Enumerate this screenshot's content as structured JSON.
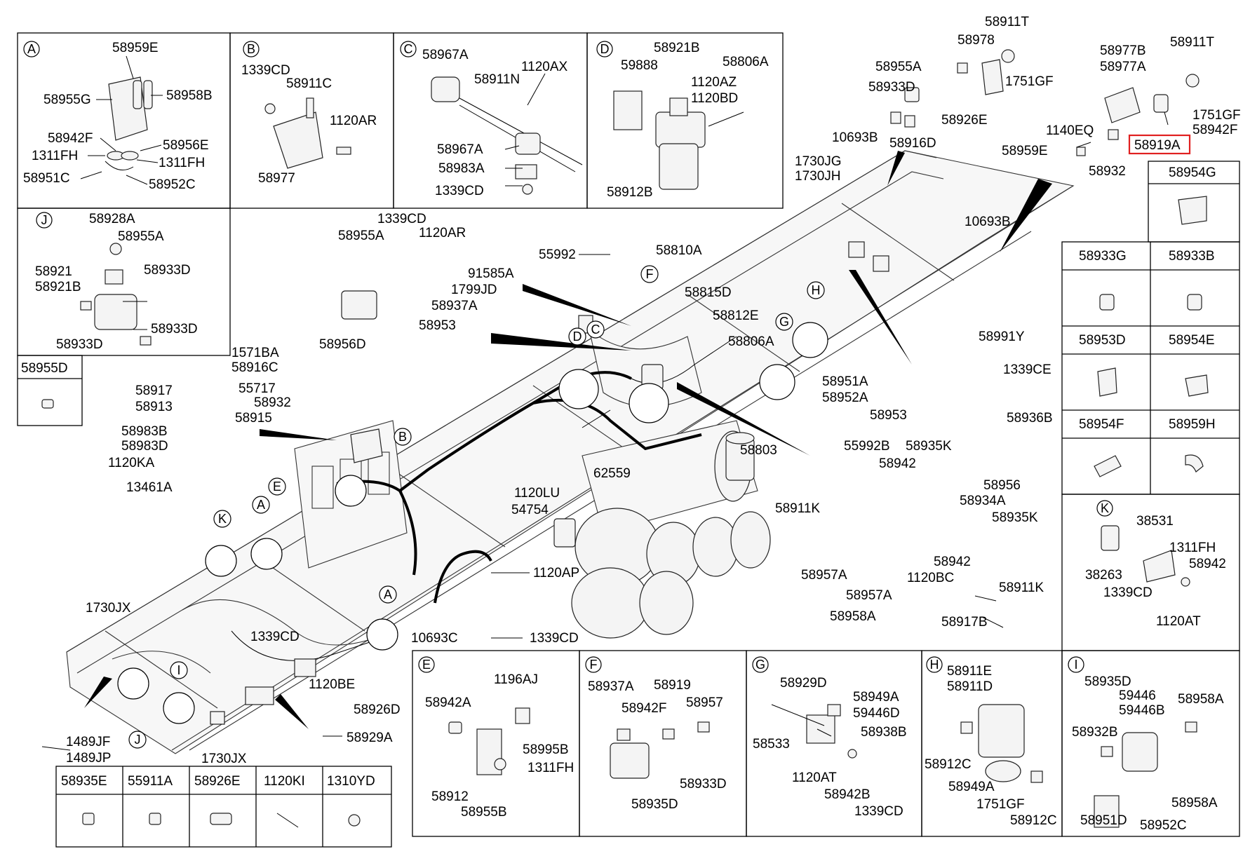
{
  "sections": {
    "A": "A",
    "B": "B",
    "C": "C",
    "D": "D",
    "J": "J",
    "E": "E",
    "F": "F",
    "G": "G",
    "H": "H",
    "I": "I",
    "K": "K"
  },
  "callouts": {
    "A1": "A",
    "A2": "A",
    "B": "B",
    "C": "C",
    "D": "D",
    "E": "E",
    "F": "F",
    "G": "G",
    "H": "H",
    "I": "I",
    "J": "J",
    "K": "K"
  },
  "highlighted_part": "58919A",
  "parts": {
    "a_58959E": "58959E",
    "a_58955G": "58955G",
    "a_58958B": "58958B",
    "a_58942F": "58942F",
    "a_58956E": "58956E",
    "a_1311FH_l": "1311FH",
    "a_1311FH_r": "1311FH",
    "a_58951C": "58951C",
    "a_58952C": "58952C",
    "b_1339CD": "1339CD",
    "b_58911C": "58911C",
    "b_1120AR": "1120AR",
    "b_58977": "58977",
    "c_58967A_top": "58967A",
    "c_58911N": "58911N",
    "c_1120AX": "1120AX",
    "c_58967A_mid": "58967A",
    "c_58983A": "58983A",
    "c_1339CD": "1339CD",
    "d_58921B": "58921B",
    "d_58806A": "58806A",
    "d_59888": "59888",
    "d_1120AZ": "1120AZ",
    "d_1120BD": "1120BD",
    "d_58912B": "58912B",
    "j_58928A": "58928A",
    "j_58955A": "58955A",
    "j_58921": "58921",
    "j_58921B": "58921B",
    "j_58933D_1": "58933D",
    "j_58933D_2": "58933D",
    "j_58933D_3": "58933D",
    "t_58955D": "58955D",
    "tr_58911T": "58911T",
    "tr_58978": "58978",
    "tr_58955A": "58955A",
    "tr_58933D": "58933D",
    "tr_1751GF": "1751GF",
    "tr_58926E": "58926E",
    "tr_58916D": "58916D",
    "tr_10693B": "10693B",
    "tr_1730JG": "1730JG",
    "tr_1730JH": "1730JH",
    "fr_58977B": "58977B",
    "fr_58977A": "58977A",
    "fr_58911T": "58911T",
    "fr_1751GF": "1751GF",
    "fr_58942F": "58942F",
    "fr_1140EQ": "1140EQ",
    "fr_58959E": "58959E",
    "fr_58932": "58932",
    "fr_10693B": "10693B",
    "r_58954G": "58954G",
    "r_58933G": "58933G",
    "r_58933B": "58933B",
    "r_58953D": "58953D",
    "r_58954E": "58954E",
    "r_58954F": "58954F",
    "r_58959H": "58959H",
    "k_38531": "38531",
    "k_1311FH": "1311FH",
    "k_38263": "38263",
    "k_58942": "58942",
    "k_1339CD": "1339CD",
    "k_1120AT": "1120AT",
    "m_1339CD": "1339CD",
    "m_1120AR": "1120AR",
    "m_58955A": "58955A",
    "m_91585A": "91585A",
    "m_1799JD": "1799JD",
    "m_58937A": "58937A",
    "m_58953": "58953",
    "m_58956D": "58956D",
    "m_55992": "55992",
    "m_58810A": "58810A",
    "m_58815D": "58815D",
    "m_58812E": "58812E",
    "m_58806A": "58806A",
    "m_1571BA": "1571BA",
    "m_58916C": "58916C",
    "m_58917": "58917",
    "m_55717": "55717",
    "m_58913": "58913",
    "m_58932": "58932",
    "m_58915": "58915",
    "m_58983B": "58983B",
    "m_58983D": "58983D",
    "m_1120KA": "1120KA",
    "m_13461A": "13461A",
    "m_58803": "58803",
    "m_62559": "62559",
    "m_1120LU": "1120LU",
    "m_54754": "54754",
    "m_1120AP": "1120AP",
    "m_10693C": "10693C",
    "m_1339CD_b": "1339CD",
    "m_1730JX_l": "1730JX",
    "m_1339CD_c": "1339CD",
    "m_1120BE": "1120BE",
    "m_58926D": "58926D",
    "m_1489JF": "1489JF",
    "m_1489JP": "1489JP",
    "m_1730JX_b": "1730JX",
    "m_58929A": "58929A",
    "v_58991Y": "58991Y",
    "v_1339CE": "1339CE",
    "v_58951A": "58951A",
    "v_58952A": "58952A",
    "v_58953": "58953",
    "v_58936B": "58936B",
    "p_55992B": "55992B",
    "p_58935K_1": "58935K",
    "p_58942_1": "58942",
    "p_58956": "58956",
    "p_58911K_1": "58911K",
    "p_58934A": "58934A",
    "p_58935K_2": "58935K",
    "p_58942_2": "58942",
    "p_58957A_1": "58957A",
    "p_1120BC": "1120BC",
    "p_58957A_2": "58957A",
    "p_58911K_2": "58911K",
    "p_58958A": "58958A",
    "p_58917B": "58917B",
    "e_1196AJ": "1196AJ",
    "e_58942A": "58942A",
    "e_58995B": "58995B",
    "e_1311FH": "1311FH",
    "e_58912": "58912",
    "e_58955B": "58955B",
    "f_58937A": "58937A",
    "f_58919": "58919",
    "f_58942F": "58942F",
    "f_58957": "58957",
    "f_58933D": "58933D",
    "f_58935D": "58935D",
    "g_58929D": "58929D",
    "g_58949A": "58949A",
    "g_59446D": "59446D",
    "g_58938B": "58938B",
    "g_58533": "58533",
    "g_1120AT": "1120AT",
    "g_58942B": "58942B",
    "g_1339CD": "1339CD",
    "h_58911E": "58911E",
    "h_58911D": "58911D",
    "h_58912C_1": "58912C",
    "h_58949A": "58949A",
    "h_1751GF": "1751GF",
    "h_58912C_2": "58912C",
    "i_58935D": "58935D",
    "i_59446": "59446",
    "i_59446B": "59446B",
    "i_58958A_1": "58958A",
    "i_58932B": "58932B",
    "i_58958A_2": "58958A",
    "i_58951D": "58951D",
    "i_58952C": "58952C"
  },
  "bottom_table": [
    "58935E",
    "55911A",
    "58926E",
    "1120KI",
    "1310YD"
  ]
}
